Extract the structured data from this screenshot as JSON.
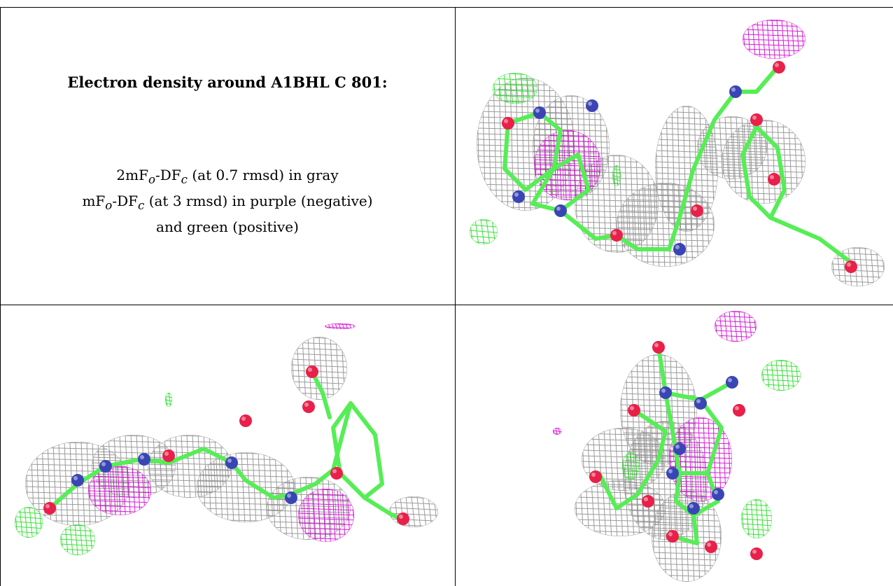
{
  "caption": {
    "title": "Electron density around A1BHL C 801:",
    "legend": [
      {
        "prefix": "2mF",
        "sub1": "o",
        "mid": "-DF",
        "sub2": "c",
        "suffix": " (at 0.7 rmsd) in gray"
      },
      {
        "prefix": "mF",
        "sub1": "o",
        "mid": "-DF",
        "sub2": "c",
        "suffix": " (at 3 rmsd) in purple (negative)"
      },
      {
        "text": "and green (positive)"
      }
    ]
  },
  "colors": {
    "density_2fofc": "#8a8a8a",
    "density_negative": "#d400d4",
    "density_positive": "#22dd22",
    "bond_carbon": "#55ee55",
    "atom_nitrogen": "#3a45b5",
    "atom_oxygen": "#e8204a"
  },
  "panels": [
    {
      "name": "view-top-right"
    },
    {
      "name": "view-bottom-left"
    },
    {
      "name": "view-bottom-right"
    }
  ]
}
